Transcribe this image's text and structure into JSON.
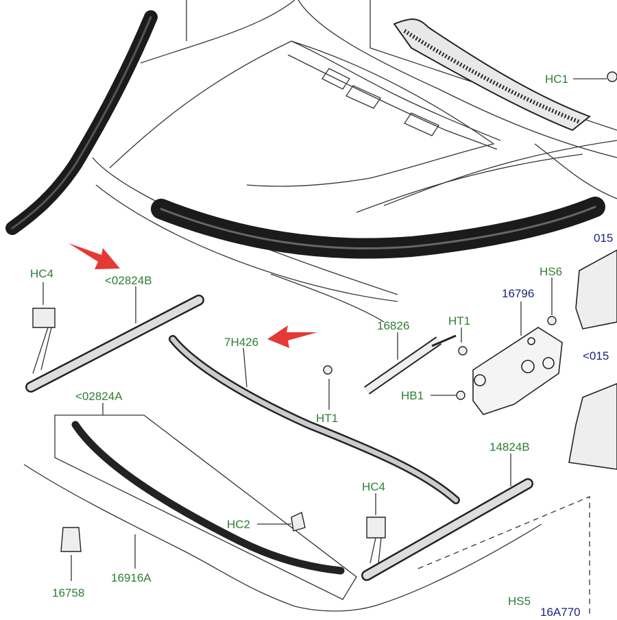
{
  "diagram": {
    "colors": {
      "part_label": "#2e7d32",
      "ref_label": "#1a237e",
      "arrow": "#e53935",
      "line": "#333333",
      "seal": "#1b1b1b"
    },
    "labels": {
      "HC1": "HC1",
      "HC4_left": "HC4",
      "p02824B": "<02824B",
      "p7H426": "7H426",
      "p16826": "16826",
      "HT1_upper": "HT1",
      "HT1_lower": "HT1",
      "HS6": "HS6",
      "p16796": "16796",
      "HB1": "HB1",
      "p02824A": "<02824A",
      "p14824B": "14824B",
      "HC4_right": "HC4",
      "HC2": "HC2",
      "p16916A": "16916A",
      "p16758": "16758",
      "HS5": "HS5",
      "p16A770": "16A770",
      "p0153_top": "015",
      "p0153_mid": "<015"
    }
  }
}
